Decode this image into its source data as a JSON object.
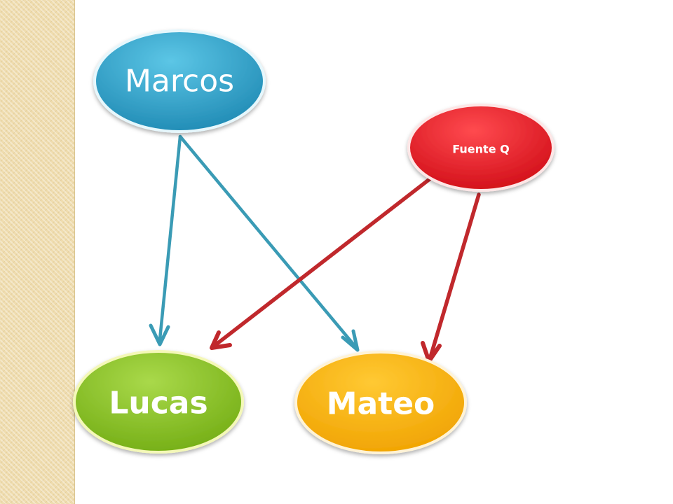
{
  "nodes": {
    "marcos": {
      "label": "Marcos",
      "color": "#2b9fc4"
    },
    "fuente_q": {
      "label": "Fuente Q",
      "color": "#e3141f"
    },
    "lucas": {
      "label": "Lucas",
      "color": "#8ec422"
    },
    "mateo": {
      "label": "Mateo",
      "color": "#fbb200"
    }
  },
  "edges": [
    {
      "from": "Marcos",
      "to": "Lucas",
      "color": "#3a9bb5"
    },
    {
      "from": "Marcos",
      "to": "Mateo",
      "color": "#3a9bb5"
    },
    {
      "from": "Fuente Q",
      "to": "Lucas",
      "color": "#c0282c"
    },
    {
      "from": "Fuente Q",
      "to": "Mateo",
      "color": "#c0282c"
    }
  ]
}
